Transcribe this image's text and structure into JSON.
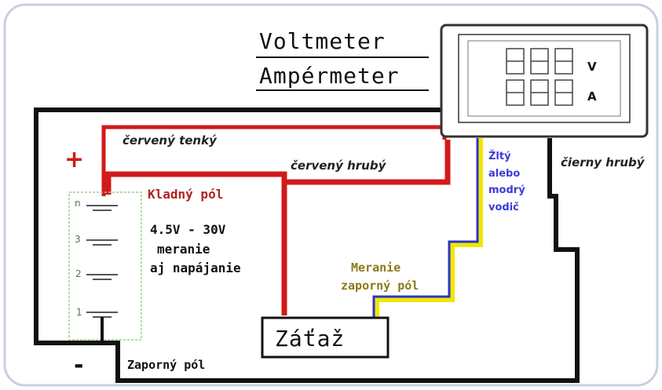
{
  "title": {
    "line1": "Voltmeter",
    "line2": "Ampérmeter"
  },
  "meter": {
    "unit_voltage": "V",
    "unit_current": "A"
  },
  "wires": {
    "red_thin": "červený tenký",
    "red_thick": "červený hrubý",
    "black_thick": "čierny hrubý",
    "yellow_line1": "Žltý",
    "yellow_line2": "alebo",
    "yellow_line3": "modrý",
    "yellow_line4": "vodič"
  },
  "battery": {
    "plus": "+",
    "minus": "-",
    "positive_pole": "Kladný pól",
    "range": "4.5V - 30V",
    "measuring": "meranie",
    "supply": "aj napájanie",
    "cells": [
      "n",
      "3",
      "2",
      "1"
    ]
  },
  "measure_negative": {
    "line1": "Meranie",
    "line2": "zaporný pól"
  },
  "negative_pole": "Zaporný pól",
  "load": "Záťaž",
  "colors": {
    "red_wire": "#d11a1a",
    "black_wire": "#111111",
    "yellow_wire": "#f2e600",
    "blue_wire": "#2a35c8",
    "frame": "#c9cfe0",
    "battery_box": "#9ad08a"
  }
}
